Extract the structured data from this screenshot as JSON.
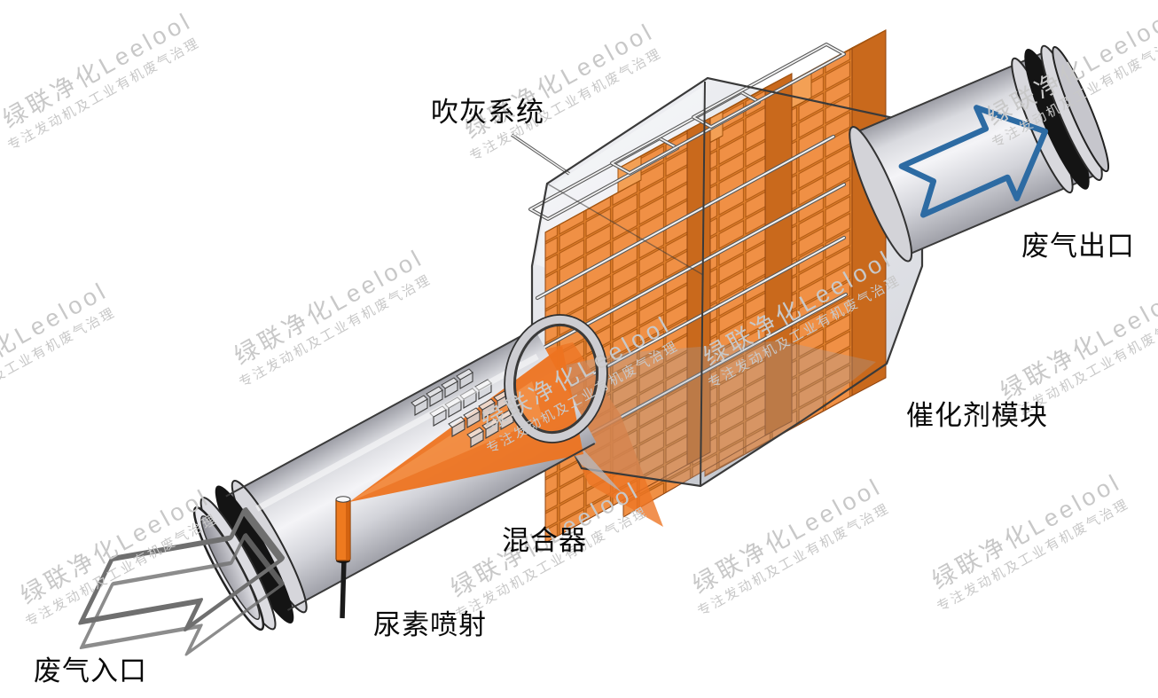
{
  "diagram": {
    "labels": {
      "soot_blowing_system": "吹灰系统",
      "exhaust_outlet": "废气出口",
      "catalyst_module": "催化剂模块",
      "mixer": "混合器",
      "urea_injection": "尿素喷射",
      "exhaust_inlet": "废气入口"
    },
    "watermark": {
      "brand": "绿联净化Leelool",
      "tagline": "专注发动机及工业有机废气治理"
    },
    "colors": {
      "catalyst_front": "#EE8C3D",
      "catalyst_top": "#F7AD62",
      "catalyst_side": "#C9691C",
      "spray_orange": "#ED7524",
      "outlet_arrow_blue": "#2D6BA3",
      "inlet_arrow_gray": "#6F6F6F",
      "housing_gray": "#CED1D9",
      "outline_gray": "#3A3A3A",
      "flange_black": "#141414",
      "watermark_gray": "#C8C8C8"
    }
  }
}
